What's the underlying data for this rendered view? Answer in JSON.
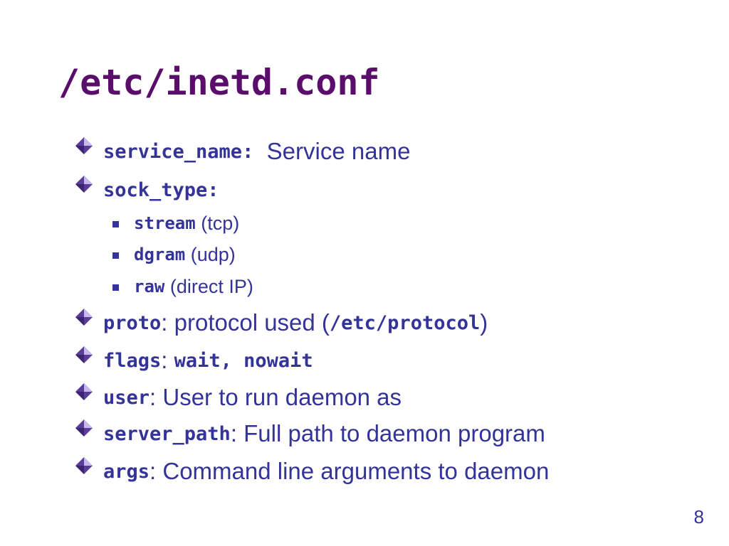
{
  "slide": {
    "title": "/etc/inetd.conf",
    "page_number": "8",
    "bullet_icon": "diamond-bullet-icon",
    "sub_bullet_icon": "square-bullet-icon",
    "colors": {
      "title": "#5a0d6b",
      "text": "#333399",
      "diamond_fill": "#5a3c9a",
      "diamond_highlight": "#c9b8ee"
    },
    "items": [
      {
        "code": "service_name:",
        "sep": "",
        "text": "  Service name"
      },
      {
        "code": "sock_type:",
        "sep": "",
        "text": ""
      },
      {
        "code": "stream",
        "sep": "",
        "text": " (tcp)"
      },
      {
        "code": "dgram",
        "sep": "",
        "text": " (udp)"
      },
      {
        "code": "raw",
        "sep": "",
        "text": " (direct IP)"
      },
      {
        "code": "proto",
        "sep": ": protocol used (",
        "code2": "/etc/protocol",
        "text": ")"
      },
      {
        "code": "flags",
        "sep": ": ",
        "code2": "wait, nowait",
        "text": ""
      },
      {
        "code": "user",
        "sep": "",
        "text": ": User to run daemon as"
      },
      {
        "code": "server_path",
        "sep": "",
        "text": ": Full path to daemon program"
      },
      {
        "code": "args",
        "sep": "",
        "text": ": Command line arguments to daemon"
      }
    ]
  }
}
